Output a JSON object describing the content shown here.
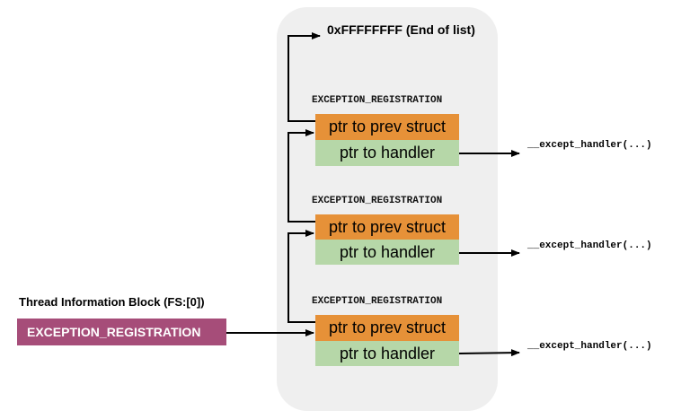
{
  "end_of_list": "0xFFFFFFFF (End of list)",
  "nodes": [
    {
      "struct_label": "EXCEPTION_REGISTRATION",
      "prev_label": "ptr to prev struct",
      "handler_label": "ptr to handler",
      "handler_fn": "__except_handler(...)"
    },
    {
      "struct_label": "EXCEPTION_REGISTRATION",
      "prev_label": "ptr to prev struct",
      "handler_label": "ptr to handler",
      "handler_fn": "__except_handler(...)"
    },
    {
      "struct_label": "EXCEPTION_REGISTRATION",
      "prev_label": "ptr to prev struct",
      "handler_label": "ptr to handler",
      "handler_fn": "__except_handler(...)"
    }
  ],
  "tib": {
    "title": "Thread Information Block (FS:[0])",
    "box_label": "EXCEPTION_REGISTRATION"
  },
  "colors": {
    "prev_field": "#e69138",
    "handler_field": "#b6d7a8",
    "tib_box": "#a64d79",
    "panel": "#efefef"
  }
}
